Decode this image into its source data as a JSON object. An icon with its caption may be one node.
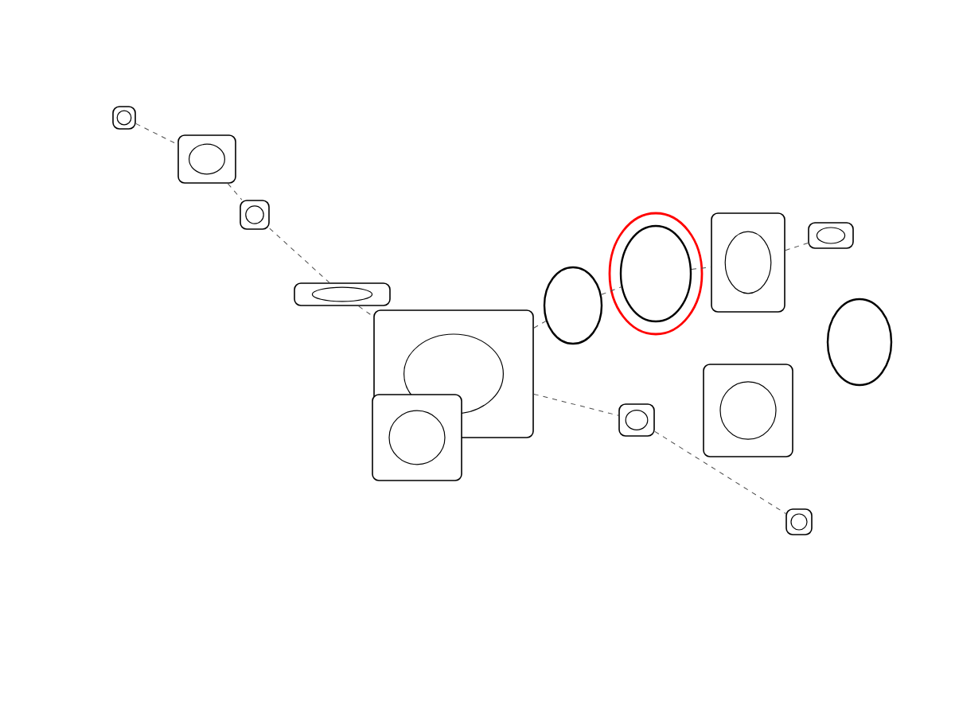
{
  "diagram": {
    "nodes": [
      {
        "text": [],
        "shape": "picture"
      },
      {
        "text": [],
        "shape": "circle"
      },
      {
        "text": [],
        "shape": "circle"
      },
      {
        "text": [],
        "shape": "picture"
      },
      {
        "text": [],
        "shape": "picture"
      },
      {
        "text": [],
        "shape": "circle"
      },
      {
        "text": [],
        "shape": "picture"
      },
      {
        "text": [],
        "shape": "picture"
      },
      {
        "text": [],
        "shape": "picture"
      },
      {
        "text": [],
        "shape": "picture"
      },
      {
        "text": [],
        "shape": "picture"
      },
      {
        "text": [],
        "shape": "picture"
      },
      {
        "text": [],
        "shape": "picture"
      },
      {
        "text": [],
        "shape": "picture"
      }
    ],
    "edges": [
      {
        "from": 9,
        "to": 10,
        "arrow": "none",
        "style": "dashed"
      },
      {
        "from": 10,
        "to": 11,
        "arrow": "none",
        "style": "dashed"
      },
      {
        "from": 11,
        "to": 8,
        "arrow": "none",
        "style": "dashed"
      },
      {
        "from": 8,
        "to": 0,
        "arrow": "none",
        "style": "dashed"
      },
      {
        "from": 0,
        "to": 1,
        "arrow": "none",
        "style": "dashed"
      },
      {
        "from": 1,
        "to": 2,
        "arrow": "none",
        "style": "dashed"
      },
      {
        "from": 2,
        "to": 3,
        "arrow": "none",
        "style": "dashed"
      },
      {
        "from": 3,
        "to": 4,
        "arrow": "none",
        "style": "dashed"
      },
      {
        "from": 0,
        "to": 12,
        "arrow": "none",
        "style": "dashed"
      },
      {
        "from": 12,
        "to": 13,
        "arrow": "none",
        "style": "dashed"
      }
    ]
  }
}
